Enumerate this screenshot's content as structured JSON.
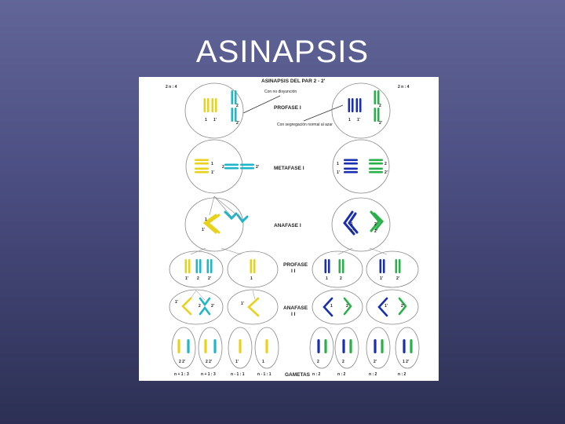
{
  "slide": {
    "title": "ASINAPSIS"
  },
  "figure": {
    "header": "ASINAPSIS DEL PAR 2 - 2'",
    "ploidy_left": "2 n : 4",
    "ploidy_right": "2 n : 4",
    "note_nondisjunction": "Con no disyunción",
    "note_random": "Con segregación normal al azar",
    "stages": {
      "profase1": "PROFASE I",
      "metafase1": "METAFASE I",
      "anafase1": "ANAFASE I",
      "profase2_a": "PROFASE",
      "profase2_b": "I I",
      "anafase2_a": "ANAFASE",
      "anafase2_b": "I I",
      "gametas": "GAMETAS"
    },
    "labels": {
      "one": "1",
      "one_p": "1'",
      "two": "2",
      "two_p": "2'",
      "two_two_p": "2 2'",
      "one_two_p": "1 2'"
    },
    "gamete_counts": [
      "n + 1 : 3",
      "n + 1 : 3",
      "n - 1 : 1",
      "n - 1 : 1",
      "n : 2",
      "n : 2",
      "n : 2",
      "n : 2"
    ],
    "colors": {
      "yellow": "#e8d21c",
      "cyan": "#1eb6c8",
      "blue": "#1a2fb0",
      "green": "#2ab04a"
    }
  }
}
